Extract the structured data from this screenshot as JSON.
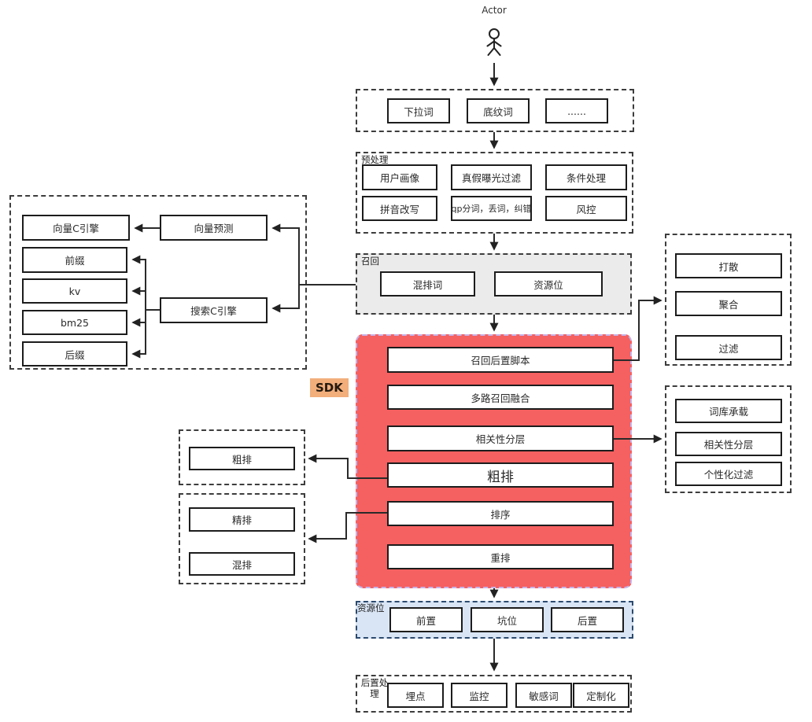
{
  "actor": {
    "label": "Actor"
  },
  "suggest": {
    "items": [
      "下拉词",
      "底纹词",
      "......"
    ]
  },
  "preprocess": {
    "label": "预处理",
    "row1": [
      "用户画像",
      "真假曝光过滤",
      "条件处理"
    ],
    "row2": [
      "拼音改写",
      "qp分词，丢词，纠错",
      "风控"
    ]
  },
  "recall": {
    "label": "召回",
    "items": [
      "混排词",
      "资源位"
    ]
  },
  "sdk": {
    "tag": "SDK",
    "items": [
      "召回后置脚本",
      "多路召回融合",
      "相关性分层",
      "粗排",
      "排序",
      "重排"
    ]
  },
  "engines": {
    "col1": [
      "向量C引擎",
      "前缀",
      "kv",
      "bm25",
      "后缀"
    ],
    "col2": [
      "向量预测",
      "搜索C引擎"
    ]
  },
  "post_recall": {
    "items": [
      "打散",
      "聚合",
      "过滤"
    ]
  },
  "relevance": {
    "items": [
      "词库承载",
      "相关性分层",
      "个性化过滤"
    ]
  },
  "coarse_rank": {
    "items": [
      "粗排"
    ]
  },
  "fine_rank": {
    "items": [
      "精排",
      "混排"
    ]
  },
  "resource_slot": {
    "label": "资源位",
    "items": [
      "前置",
      "坑位",
      "后置"
    ]
  },
  "post_process": {
    "label": "后置处理",
    "items": [
      "埋点",
      "监控",
      "敏感词",
      "定制化"
    ]
  },
  "colors": {
    "sdk_fill": "#f56060",
    "sdk_border": "#c3b4ea",
    "sdk_tag_bg": "#f2ae7b",
    "recall_fill": "#ebebeb",
    "resource_fill": "#d9e5f5",
    "line": "#2a2a2a"
  }
}
